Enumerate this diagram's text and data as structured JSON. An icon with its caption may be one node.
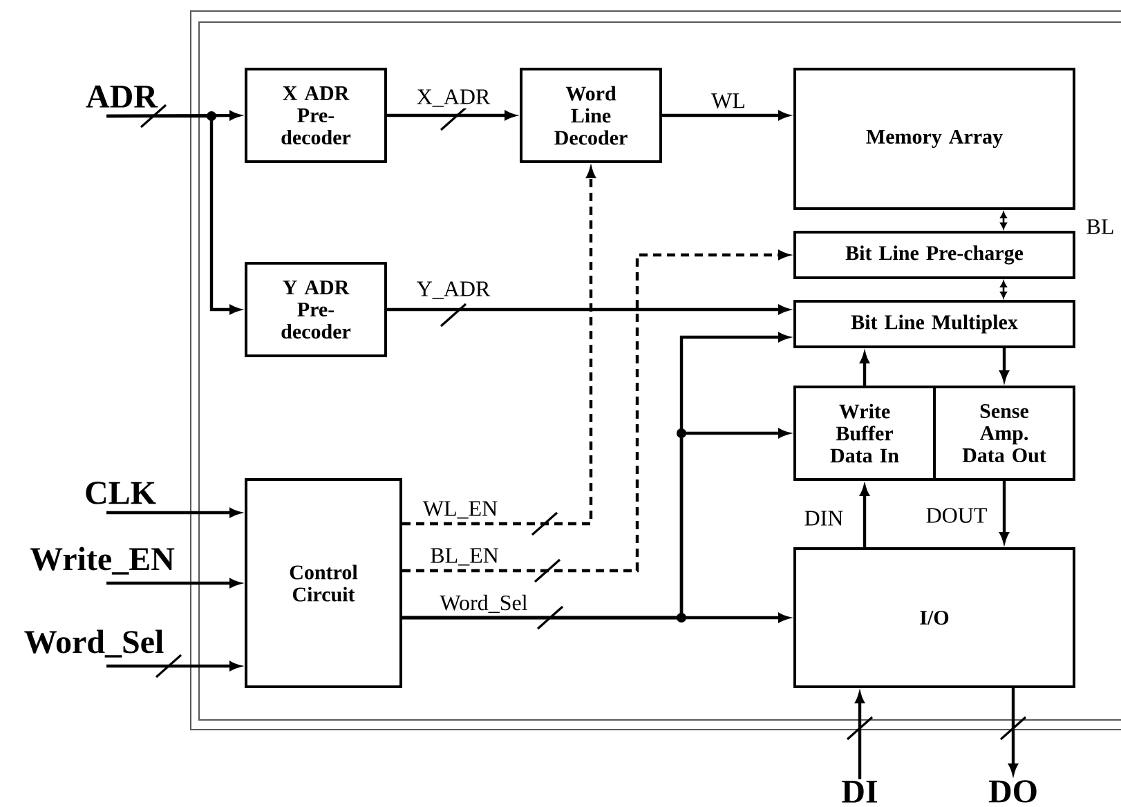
{
  "diagram": {
    "nodes": [
      {
        "text": [
          "ADR"
        ]
      },
      {
        "text": [
          "X ADR Pre- decoder"
        ]
      },
      {
        "text": [
          "Word Line Decoder"
        ]
      },
      {
        "text": [
          "Memory Array"
        ]
      },
      {
        "text": [
          "Bit Line Pre-charge"
        ]
      },
      {
        "text": [
          "Y ADR Pre- decoder"
        ]
      },
      {
        "text": [
          "Bit Line Multiplex"
        ]
      },
      {
        "text": [
          "Write Buffer Data In"
        ]
      },
      {
        "text": [
          "Sense Amp. Data Out"
        ]
      },
      {
        "text": [
          "CLK"
        ]
      },
      {
        "text": [
          "Control Circuit"
        ]
      },
      {
        "text": [
          "Write_EN"
        ]
      },
      {
        "text": [
          "Word_Sel"
        ]
      },
      {
        "text": [
          "I/O"
        ]
      },
      {
        "text": [
          "DI"
        ]
      },
      {
        "text": [
          "DO"
        ]
      }
    ],
    "edges": [
      {
        "from": 0,
        "to": 1,
        "arrow": "to"
      },
      {
        "from": 0,
        "to": 5,
        "arrow": "to"
      },
      {
        "from": 1,
        "to": 2,
        "arrow": "to",
        "label": "X_ADR"
      },
      {
        "from": 2,
        "to": 3,
        "arrow": "to",
        "label": "WL"
      },
      {
        "from": 3,
        "to": 4,
        "arrow": "both",
        "label": "BL"
      },
      {
        "from": 5,
        "to": 6,
        "arrow": "to",
        "label": "Y_ADR"
      },
      {
        "from": 4,
        "to": 6,
        "arrow": "both"
      },
      {
        "from": 6,
        "to": 8,
        "arrow": "to"
      },
      {
        "from": 7,
        "to": 6,
        "arrow": "to"
      },
      {
        "from": 9,
        "to": 10,
        "arrow": "to"
      },
      {
        "from": 10,
        "to": 2,
        "arrow": "to",
        "label": "WL_EN",
        "style": "dashed"
      },
      {
        "from": 11,
        "to": 10,
        "arrow": "to"
      },
      {
        "from": 10,
        "to": 4,
        "arrow": "to",
        "label": "BL_EN",
        "style": "dashed"
      },
      {
        "from": 12,
        "to": 10,
        "arrow": "to"
      },
      {
        "from": 10,
        "to": 13,
        "arrow": "to",
        "label": "Word_Sel"
      },
      {
        "from": 10,
        "to": 6,
        "arrow": "to"
      },
      {
        "from": 10,
        "to": 7,
        "arrow": "to"
      },
      {
        "from": 13,
        "to": 7,
        "arrow": "to",
        "label": "DIN"
      },
      {
        "from": 8,
        "to": 13,
        "arrow": "to",
        "label": "DOUT"
      },
      {
        "from": 14,
        "to": 13,
        "arrow": "to"
      },
      {
        "from": 13,
        "to": 15,
        "arrow": "to"
      }
    ]
  }
}
